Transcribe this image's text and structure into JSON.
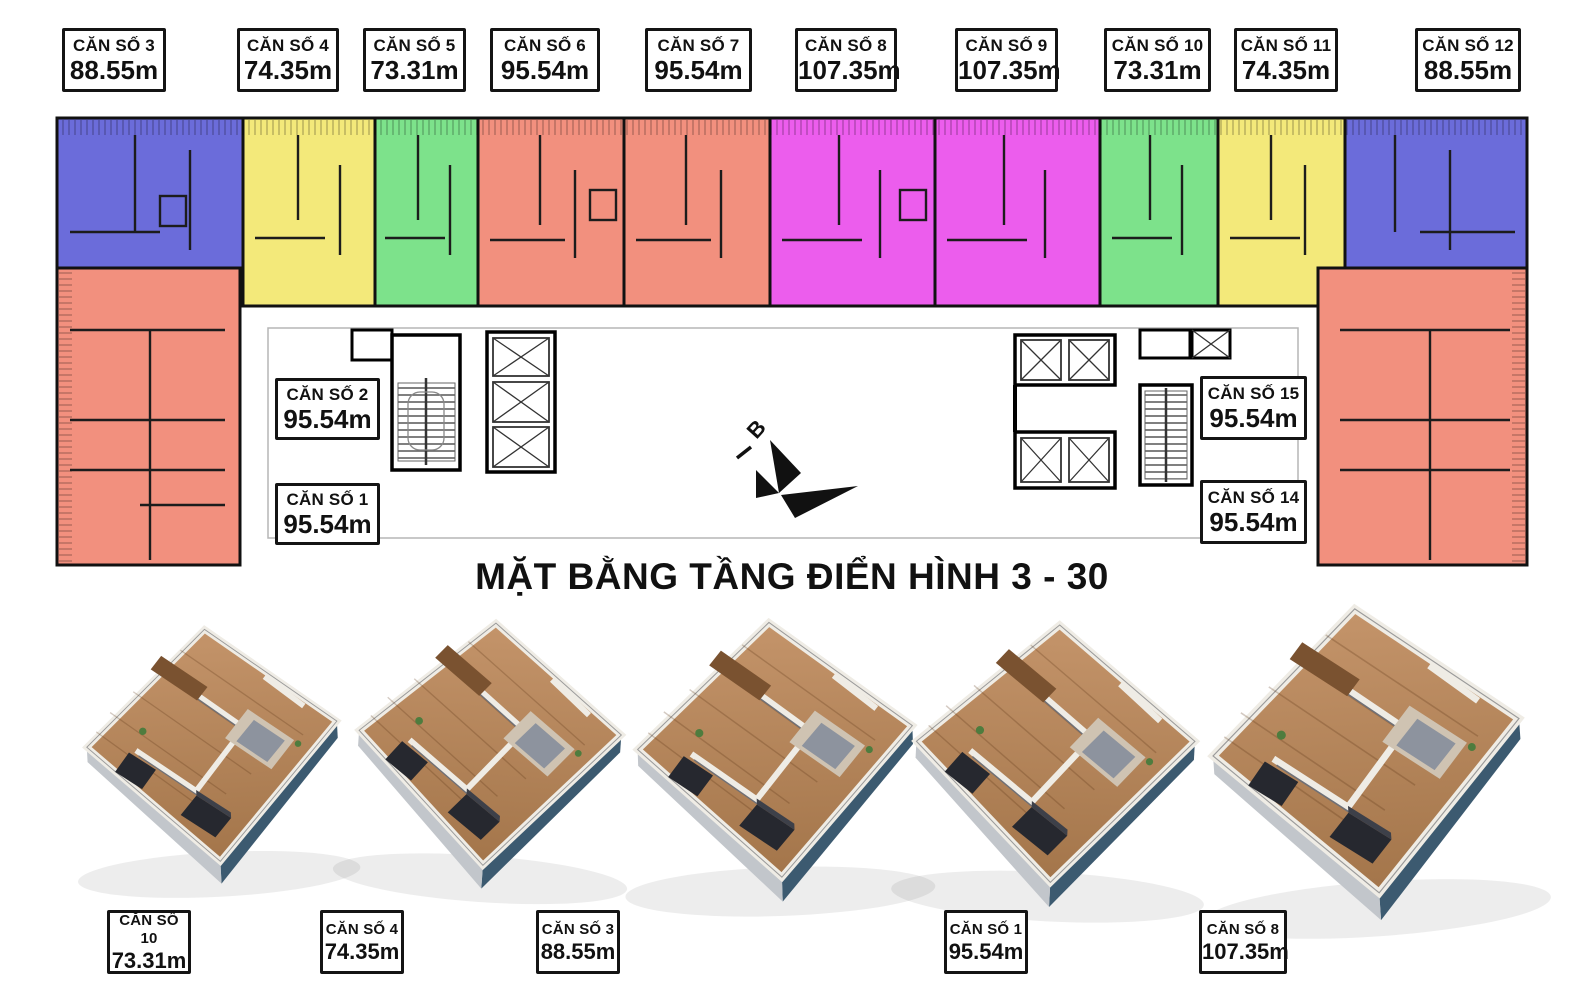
{
  "title": "MẶT BẰNG TẦNG ĐIỂN HÌNH 3 - 30",
  "compass": {
    "north_label": "B"
  },
  "top_units": [
    {
      "name": "CĂN SỐ 3",
      "area": "88.55m"
    },
    {
      "name": "CĂN SỐ 4",
      "area": "74.35m"
    },
    {
      "name": "CĂN SỐ 5",
      "area": "73.31m"
    },
    {
      "name": "CĂN SỐ 6",
      "area": "95.54m"
    },
    {
      "name": "CĂN SỐ 7",
      "area": "95.54m"
    },
    {
      "name": "CĂN SỐ 8",
      "area": "107.35m"
    },
    {
      "name": "CĂN SỐ 9",
      "area": "107.35m"
    },
    {
      "name": "CĂN SỐ 10",
      "area": "73.31m"
    },
    {
      "name": "CĂN SỐ 11",
      "area": "74.35m"
    },
    {
      "name": "CĂN SỐ 12",
      "area": "88.55m"
    }
  ],
  "inner_units_left": [
    {
      "name": "CĂN SỐ 2",
      "area": "95.54m"
    },
    {
      "name": "CĂN SỐ 1",
      "area": "95.54m"
    }
  ],
  "inner_units_right": [
    {
      "name": "CĂN SỐ 15",
      "area": "95.54m"
    },
    {
      "name": "CĂN SỐ 14",
      "area": "95.54m"
    }
  ],
  "featured_units": [
    {
      "name": "CĂN SỐ 10",
      "area": "73.31m"
    },
    {
      "name": "CĂN SỐ 4",
      "area": "74.35m"
    },
    {
      "name": "CĂN SỐ 3",
      "area": "88.55m"
    },
    {
      "name": "CĂN SỐ 1",
      "area": "95.54m"
    },
    {
      "name": "CĂN SỐ 8",
      "area": "107.35m"
    }
  ],
  "plan_colors": {
    "blue": "#6b6cda",
    "yellow": "#f3e97a",
    "green": "#7de28b",
    "salmon": "#f2907e",
    "magenta": "#ec5ded",
    "wall": "#111111"
  },
  "render_colors": {
    "floor_wood": "#b5855c",
    "wall_white": "#efece5",
    "outer_wall": "#3c5a70",
    "rim": "#c2c6cb",
    "furniture": "#26282f"
  }
}
